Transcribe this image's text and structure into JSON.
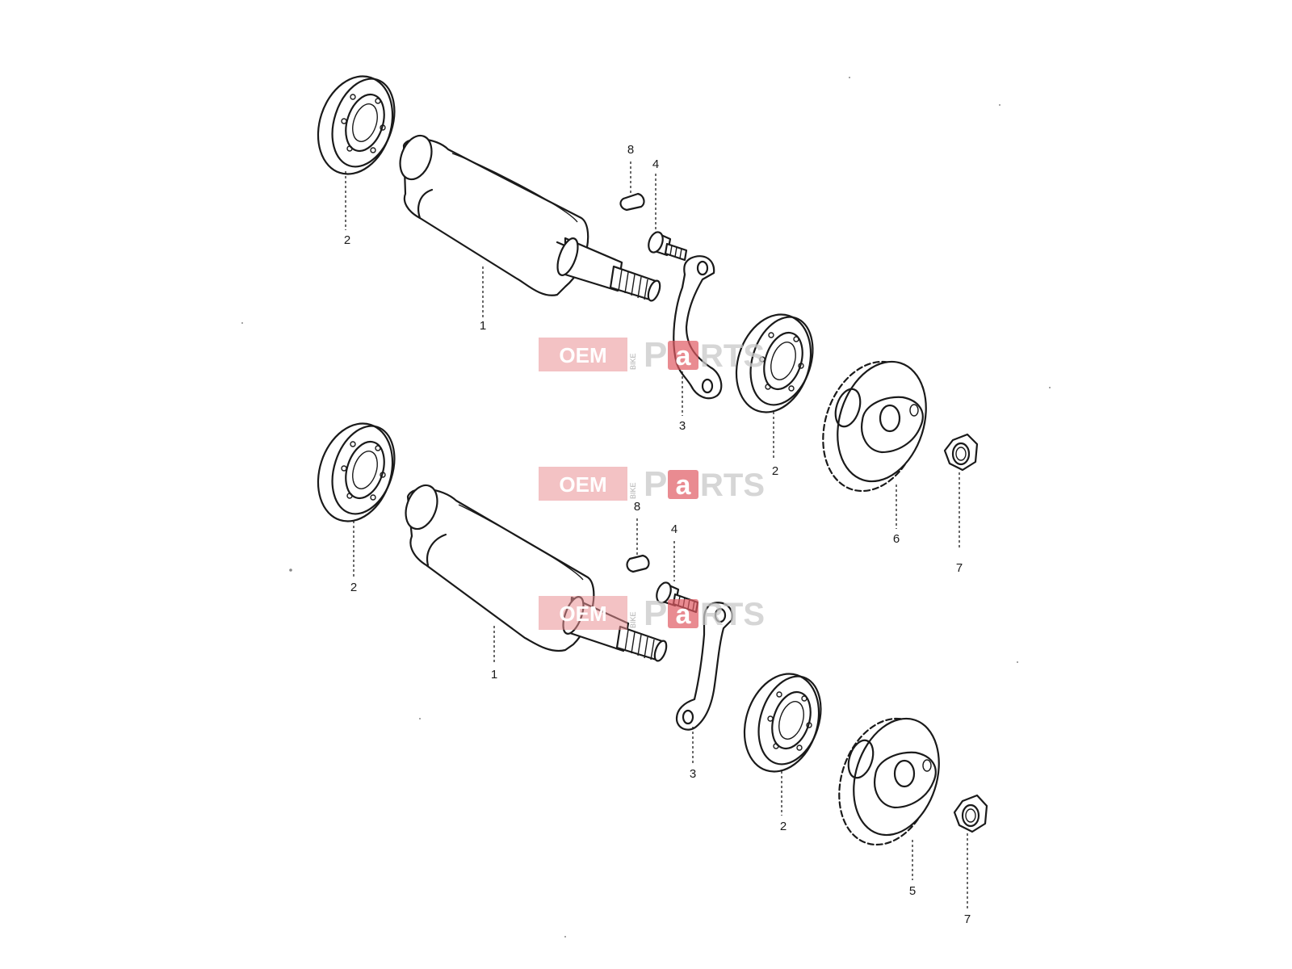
{
  "diagram": {
    "callouts": [
      {
        "id": "c2a",
        "label": "2"
      },
      {
        "id": "c1a",
        "label": "1"
      },
      {
        "id": "c8a",
        "label": "8"
      },
      {
        "id": "c4a",
        "label": "4"
      },
      {
        "id": "c3a",
        "label": "3"
      },
      {
        "id": "c2b",
        "label": "2"
      },
      {
        "id": "c6",
        "label": "6"
      },
      {
        "id": "c7a",
        "label": "7"
      },
      {
        "id": "c2c",
        "label": "2"
      },
      {
        "id": "c1b",
        "label": "1"
      },
      {
        "id": "c8b",
        "label": "8"
      },
      {
        "id": "c4b",
        "label": "4"
      },
      {
        "id": "c3b",
        "label": "3"
      },
      {
        "id": "c2d",
        "label": "2"
      },
      {
        "id": "c5",
        "label": "5"
      },
      {
        "id": "c7b",
        "label": "7"
      }
    ]
  },
  "watermark": {
    "oem": "OEM",
    "bike": "BIKE",
    "parts_p": "P",
    "parts_a": "a",
    "parts_rest": "RTS",
    "brand_color": "#e05a62"
  }
}
